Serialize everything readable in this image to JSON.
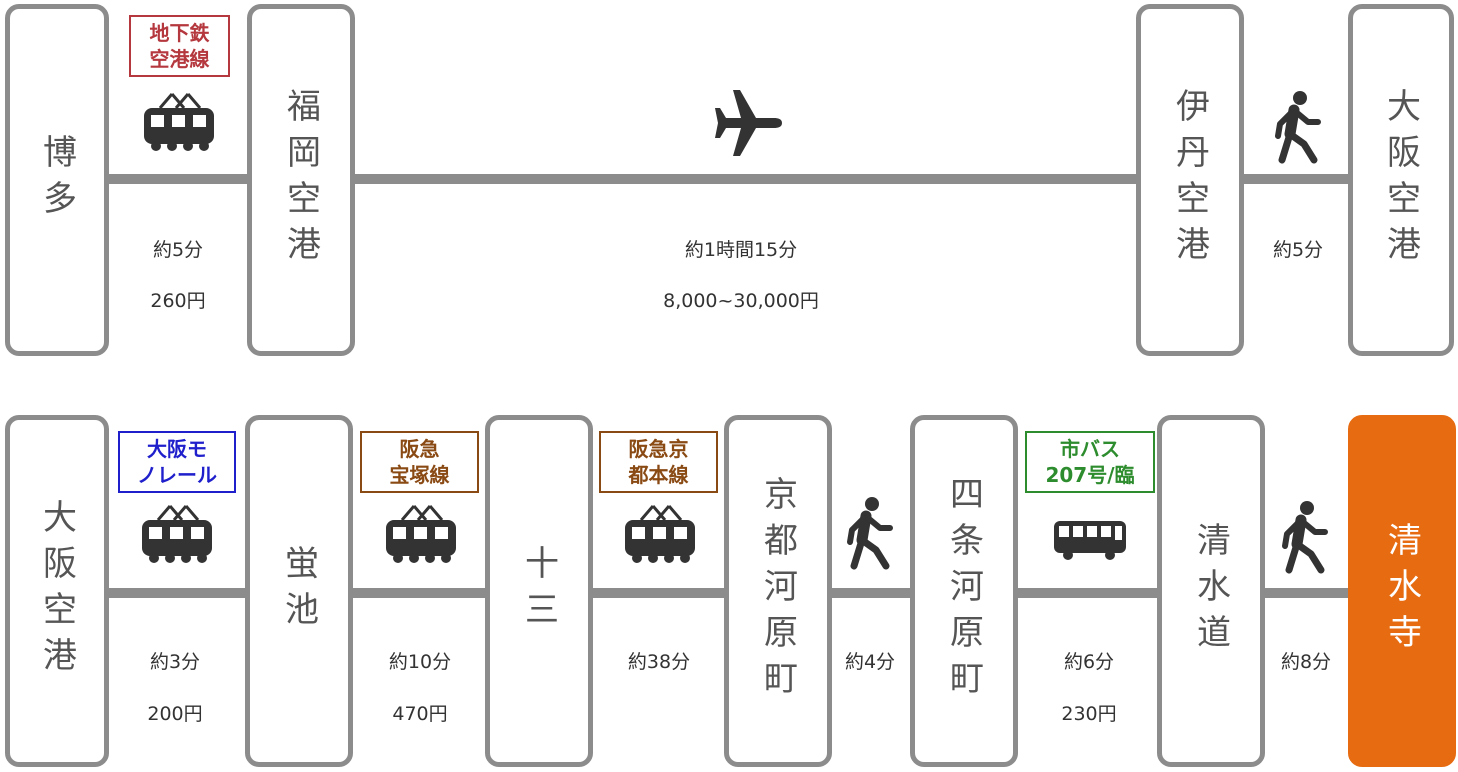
{
  "colors": {
    "line": "#8c8c8c",
    "destination": "#e76b10",
    "subway": "#b4383e",
    "monorail": "#1f1fcc",
    "hankyu": "#8a4a14",
    "bus": "#2d8c2d"
  },
  "row1": {
    "stations": [
      "博多",
      "福岡空港",
      "伊丹空港",
      "大阪空港"
    ],
    "segments": [
      {
        "mode": "train-icon",
        "line_label": [
          "地下鉄",
          "空港線"
        ],
        "time": "約5分",
        "fare": "260円"
      },
      {
        "mode": "airplane-icon",
        "time": "約1時間15分",
        "fare": "8,000~30,000円"
      },
      {
        "mode": "walk-icon",
        "time": "約5分"
      }
    ]
  },
  "row2": {
    "stations": [
      "大阪空港",
      "蛍池",
      "十三",
      "京都河原町",
      "四条河原町",
      "清水道",
      "清水寺"
    ],
    "segments": [
      {
        "mode": "train-icon",
        "line_label": [
          "大阪モ",
          "ノレール"
        ],
        "time": "約3分",
        "fare": "200円"
      },
      {
        "mode": "train-icon",
        "line_label": [
          "阪急",
          "宝塚線"
        ],
        "time": "約10分",
        "fare": "470円"
      },
      {
        "mode": "train-icon",
        "line_label": [
          "阪急京",
          "都本線"
        ],
        "time": "約38分"
      },
      {
        "mode": "walk-icon",
        "time": "約4分"
      },
      {
        "mode": "bus-icon",
        "line_label": [
          "市バス",
          "207号/臨"
        ],
        "time": "約6分",
        "fare": "230円"
      },
      {
        "mode": "walk-icon",
        "time": "約8分"
      }
    ]
  }
}
